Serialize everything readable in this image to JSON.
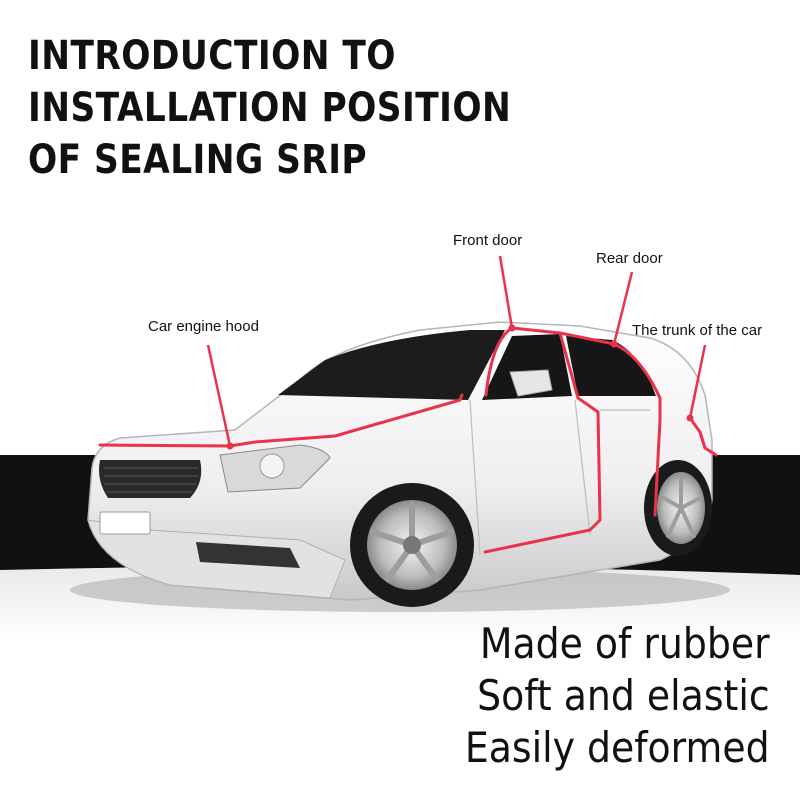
{
  "title": {
    "line1": "INTRODUCTION TO",
    "line2": "INSTALLATION POSITION",
    "line3": "OF SEALING SRIP"
  },
  "labels": {
    "hood": "Car engine hood",
    "front_door": "Front door",
    "rear_door": "Rear door",
    "trunk": "The trunk of the car"
  },
  "features": [
    "Made of rubber",
    "Soft and elastic",
    "Easily deformed"
  ],
  "colors": {
    "seal_strip": "#e8334a",
    "background_band": "#111111",
    "car_body": "#f2f2f2",
    "text": "#111111"
  }
}
